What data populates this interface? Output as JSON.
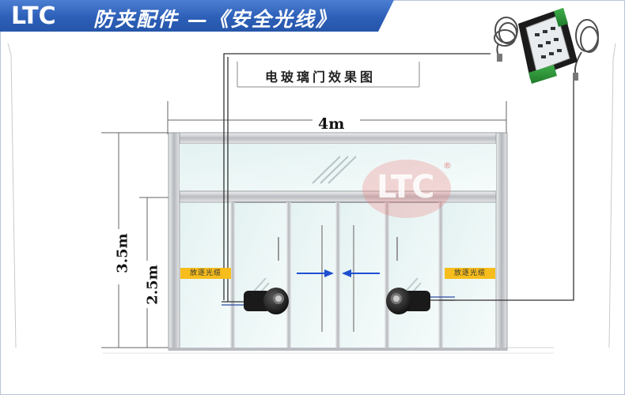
{
  "banner": {
    "logo": "LTC",
    "title": "防夹配件 —《安全光线》"
  },
  "diagram": {
    "title": "电玻璃门效果图",
    "width_label": "4m",
    "total_height_label": "3.5m",
    "door_height_label": "2.5m"
  },
  "stickers": {
    "left": "放逐光缆",
    "right": "放逐光缆"
  },
  "watermark": {
    "text": "LTC",
    "registered": "®"
  },
  "colors": {
    "banner_blue": "#2d5fb8",
    "sticker_yellow": "#f6bd1c",
    "watermark_pink": "#ee7676",
    "arrow_blue": "#1f4fd0",
    "wire": "#333333"
  },
  "icons": [
    "photo-sensor-left-icon",
    "photo-sensor-right-icon",
    "controller-unit-icon",
    "arrow-right-icon",
    "arrow-left-icon"
  ]
}
